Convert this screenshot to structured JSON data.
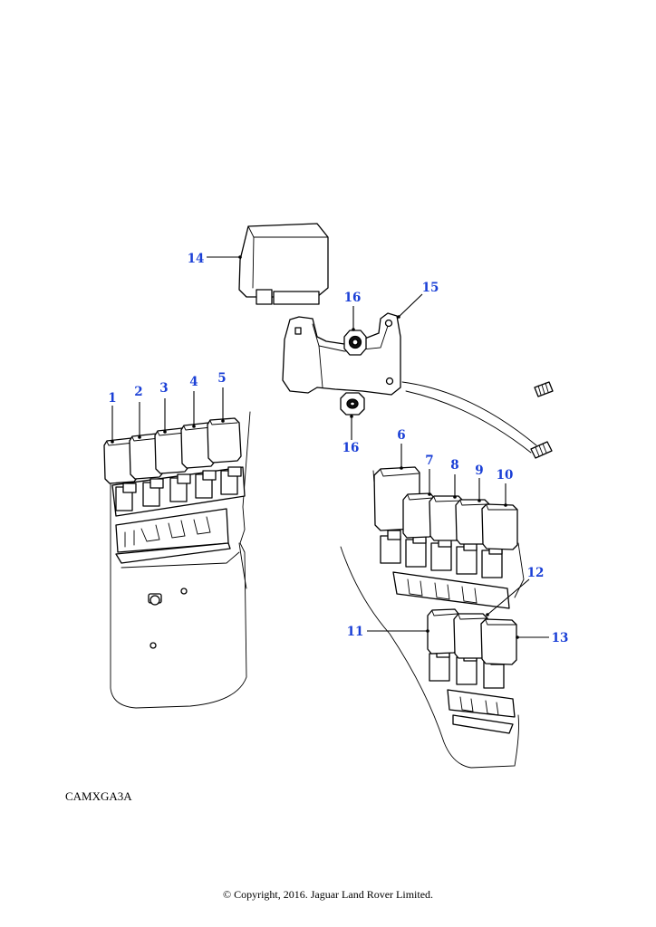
{
  "drawing_code": "CAMXGA3A",
  "copyright": "© Copyright, 2016. Jaguar Land Rover Limited.",
  "callouts": {
    "c1": "1",
    "c2": "2",
    "c3": "3",
    "c4": "4",
    "c5": "5",
    "c6": "6",
    "c7": "7",
    "c8": "8",
    "c9": "9",
    "c10": "10",
    "c11": "11",
    "c12": "12",
    "c13": "13",
    "c14": "14",
    "c15": "15",
    "c16a": "16",
    "c16b": "16"
  },
  "colors": {
    "callout": "#1a3fd6",
    "line": "#000000",
    "background": "#ffffff"
  }
}
